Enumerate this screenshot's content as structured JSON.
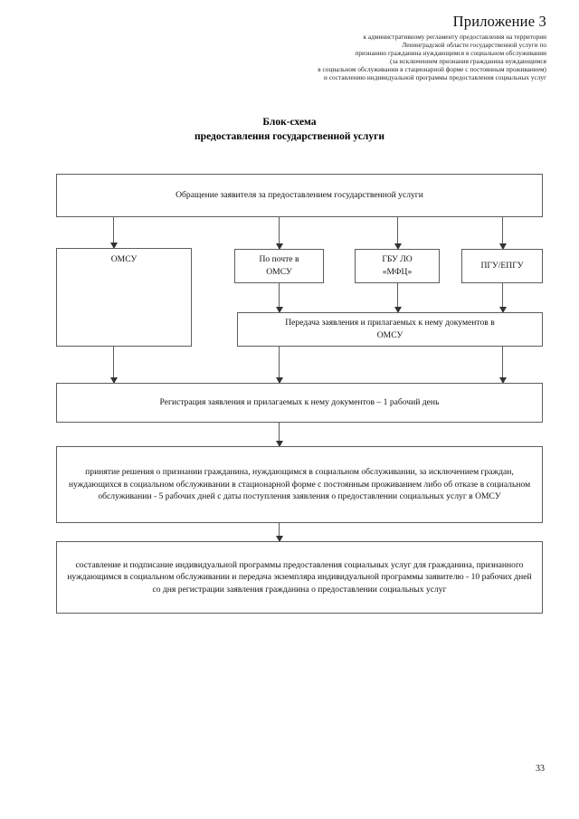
{
  "header": {
    "appendix": "Приложение 3",
    "lines": [
      "к  административному регламенту предоставления  на территории",
      "Ленинградской области государственной услуги по",
      "признанию гражданина нуждающимся в социальном обслуживании",
      "(за исключением признания гражданина нуждающимся",
      "в социальном обслуживании в стационарной форме с постоянным проживанием)",
      "и составлению индивидуальной программы предоставления социальных услуг"
    ]
  },
  "title": {
    "line1": "Блок-схема",
    "line2": "предоставления государственной услуги"
  },
  "flowchart": {
    "request": "Обращение заявителя за предоставлением государственной услуги",
    "omsu": "ОМСУ",
    "mail_omsu": "По почте в\nОМСУ",
    "mfc": "ГБУ ЛО\n«МФЦ»",
    "pgu_epgu": "ПГУ/ЕПГУ",
    "transfer": "Передача заявления и прилагаемых к нему документов в\nОМСУ",
    "registration": "Регистрация заявления и прилагаемых к нему документов – 1 рабочий день",
    "decision": "принятие решения о признании гражданина, нуждающимся в социальном обслуживании, за исключением граждан, нуждающихся в социальном обслуживании в стационарной форме с постоянным проживанием  либо об отказе в социальном обслуживании - 5  рабочих дней с даты поступления  заявления о предоставлении социальных услуг в ОМСУ",
    "program": "составление и подписание индивидуальной программы предоставления социальных услуг для гражданина, признанного нуждающимся в социальном обслуживании и  передача экземпляра  индивидуальной программы заявителю - 10 рабочих дней со дня регистрации заявления гражданина о предоставлении социальных услуг"
  },
  "footer": {
    "page_number": "33"
  }
}
